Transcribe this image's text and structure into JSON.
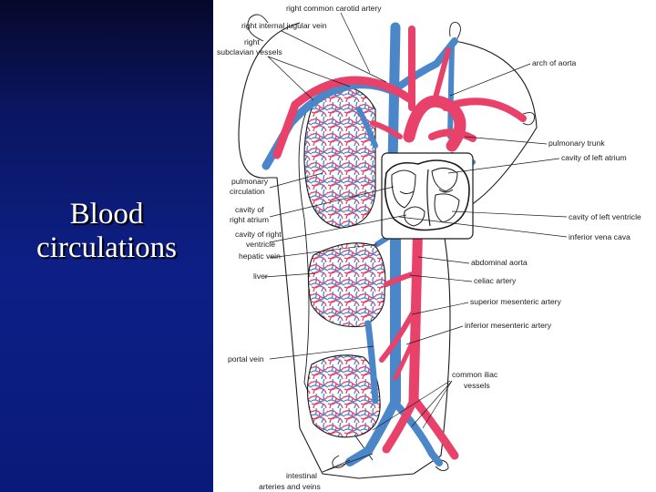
{
  "slide": {
    "title_line1": "Blood",
    "title_line2": "circulations"
  },
  "colors": {
    "background": "#0d1f86",
    "artery": "#e8416a",
    "vein": "#4a86c8",
    "outline": "#1a1a1a"
  },
  "labels": {
    "right_common_carotid_artery": "right common carotid artery",
    "right_internal_jugular_vein": "right internal jugular vein",
    "right_subclavian_vessels_1": "right",
    "right_subclavian_vessels_2": "subclavian vessels",
    "arch_of_aorta": "arch of aorta",
    "pulmonary_trunk": "pulmonary trunk",
    "cavity_of_left_atrium": "cavity of left atrium",
    "pulmonary_circulation_1": "pulmonary",
    "pulmonary_circulation_2": "circulation",
    "cavity_of_right_atrium_1": "cavity of",
    "cavity_of_right_atrium_2": "right atrium",
    "cavity_of_right_ventricle_1": "cavity of right",
    "cavity_of_right_ventricle_2": "ventricle",
    "hepatic_vein": "hepatic vein",
    "liver": "liver",
    "portal_vein": "portal vein",
    "cavity_of_left_ventricle": "cavity of left ventricle",
    "inferior_vena_cava": "inferior vena cava",
    "abdominal_aorta": "abdominal aorta",
    "celiac_artery": "celiac artery",
    "superior_mesenteric_artery": "superior mesenteric artery",
    "inferior_mesenteric_artery": "inferior mesenteric artery",
    "common_iliac_vessels_1": "common iliac",
    "common_iliac_vessels_2": "vessels",
    "intestinal_vessels_1": "intestinal",
    "intestinal_vessels_2": "arteries and veins"
  }
}
